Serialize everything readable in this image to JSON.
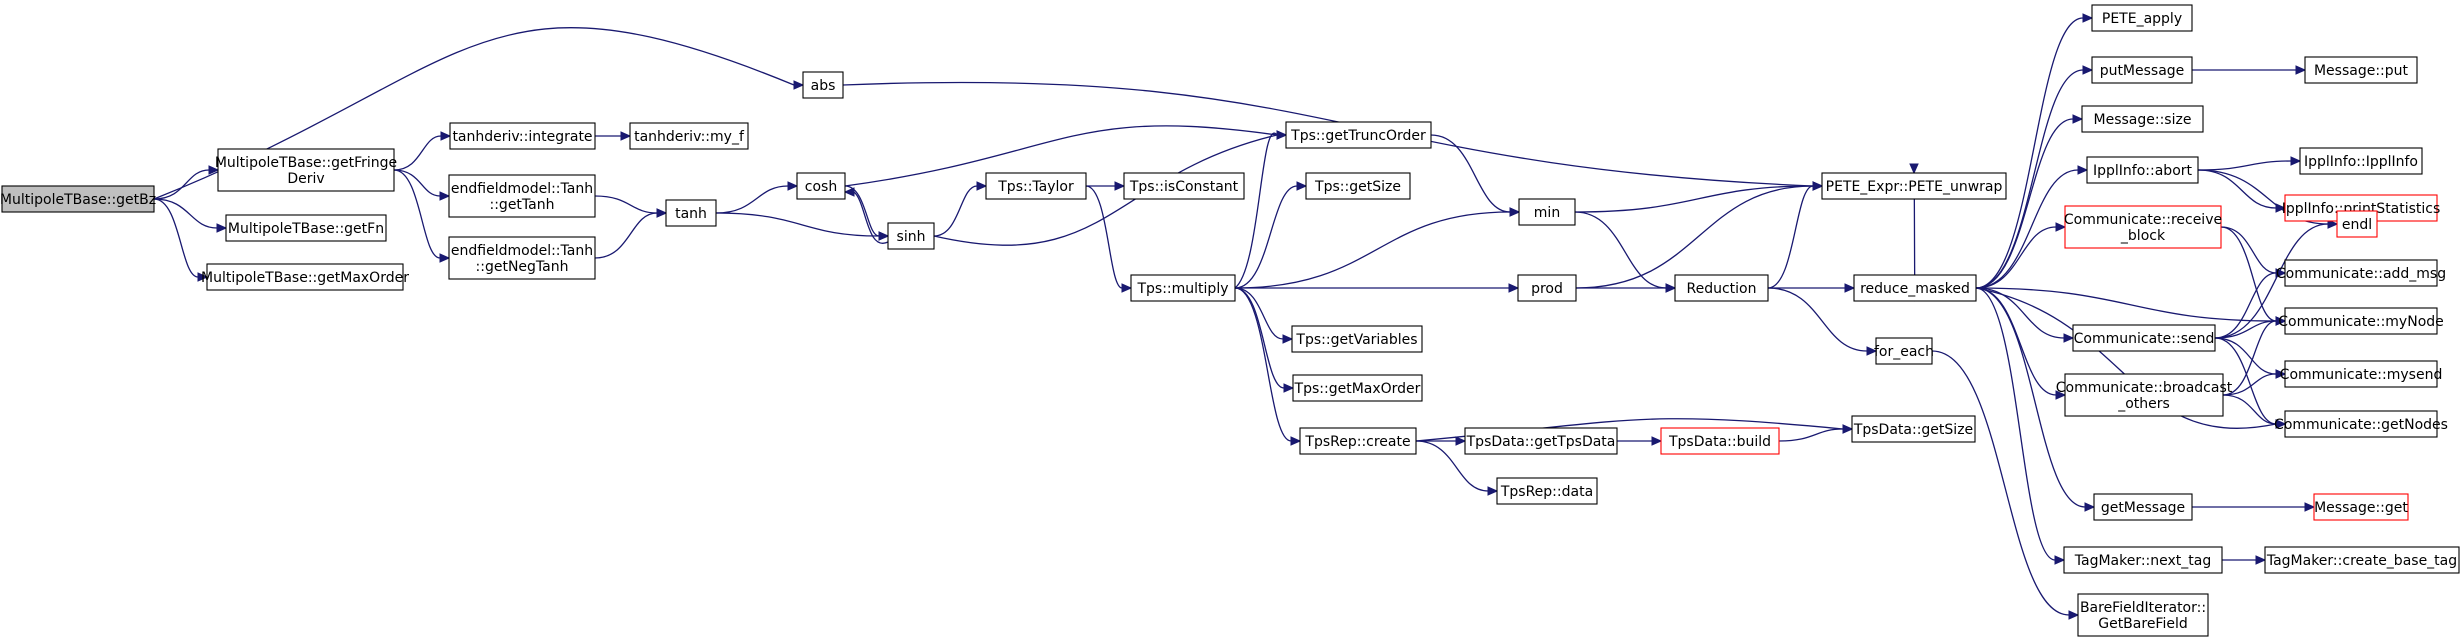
{
  "diagram": {
    "colors": {
      "edge": "#191970",
      "node_border": "#000000",
      "node_fill": "#ffffff",
      "root_fill": "#bfbfbf",
      "truncated_border": "#ff0000"
    },
    "nodes": [
      {
        "id": "getBz",
        "lines": [
          "MultipoleTBase::getBz"
        ],
        "root": true
      },
      {
        "id": "getFringeDeriv",
        "lines": [
          "MultipoleTBase::getFringe",
          "Deriv"
        ]
      },
      {
        "id": "getFn",
        "lines": [
          "MultipoleTBase::getFn"
        ]
      },
      {
        "id": "getMaxOrderMT",
        "lines": [
          "MultipoleTBase::getMaxOrder"
        ]
      },
      {
        "id": "abs",
        "lines": [
          "abs"
        ]
      },
      {
        "id": "tdIntegrate",
        "lines": [
          "tanhderiv::integrate"
        ]
      },
      {
        "id": "tdMyF",
        "lines": [
          "tanhderiv::my_f"
        ]
      },
      {
        "id": "efmGetTanh",
        "lines": [
          "endfieldmodel::Tanh",
          "::getTanh"
        ]
      },
      {
        "id": "efmGetNegTanh",
        "lines": [
          "endfieldmodel::Tanh",
          "::getNegTanh"
        ]
      },
      {
        "id": "tanh",
        "lines": [
          "tanh"
        ]
      },
      {
        "id": "cosh",
        "lines": [
          "cosh"
        ]
      },
      {
        "id": "sinh",
        "lines": [
          "sinh"
        ]
      },
      {
        "id": "tpsTaylor",
        "lines": [
          "Tps::Taylor"
        ]
      },
      {
        "id": "tpsIsConstant",
        "lines": [
          "Tps::isConstant"
        ]
      },
      {
        "id": "tpsGetTruncOrder",
        "lines": [
          "Tps::getTruncOrder"
        ]
      },
      {
        "id": "tpsGetSize",
        "lines": [
          "Tps::getSize"
        ]
      },
      {
        "id": "tpsMultiply",
        "lines": [
          "Tps::multiply"
        ]
      },
      {
        "id": "tpsGetVariables",
        "lines": [
          "Tps::getVariables"
        ]
      },
      {
        "id": "tpsGetMaxOrder",
        "lines": [
          "Tps::getMaxOrder"
        ]
      },
      {
        "id": "tpsRepCreate",
        "lines": [
          "TpsRep::create"
        ]
      },
      {
        "id": "tpsDataGetTpsData",
        "lines": [
          "TpsData::getTpsData"
        ]
      },
      {
        "id": "tpsDataBuild",
        "lines": [
          "TpsData::build"
        ],
        "truncated": true
      },
      {
        "id": "tpsDataGetSize",
        "lines": [
          "TpsData::getSize"
        ]
      },
      {
        "id": "tpsRepData",
        "lines": [
          "TpsRep::data"
        ]
      },
      {
        "id": "min",
        "lines": [
          "min"
        ]
      },
      {
        "id": "prod",
        "lines": [
          "prod"
        ]
      },
      {
        "id": "reduction",
        "lines": [
          "Reduction"
        ]
      },
      {
        "id": "peteUnwrap",
        "lines": [
          "PETE_Expr::PETE_unwrap"
        ]
      },
      {
        "id": "forEach",
        "lines": [
          "for_each"
        ]
      },
      {
        "id": "reduceMasked",
        "lines": [
          "reduce_masked"
        ]
      },
      {
        "id": "peteApply",
        "lines": [
          "PETE_apply"
        ]
      },
      {
        "id": "putMessage",
        "lines": [
          "putMessage"
        ]
      },
      {
        "id": "messagePut",
        "lines": [
          "Message::put"
        ]
      },
      {
        "id": "messageSize",
        "lines": [
          "Message::size"
        ]
      },
      {
        "id": "ipplInfoAbort",
        "lines": [
          "IpplInfo::abort"
        ]
      },
      {
        "id": "ipplInfoCtor",
        "lines": [
          "IpplInfo::IpplInfo"
        ]
      },
      {
        "id": "ipplInfoPrintStats",
        "lines": [
          "IpplInfo::printStatistics"
        ],
        "truncated": true
      },
      {
        "id": "endl",
        "lines": [
          "endl"
        ],
        "truncated": true
      },
      {
        "id": "commReceiveBlock",
        "lines": [
          "Communicate::receive",
          "_block"
        ],
        "truncated": true
      },
      {
        "id": "commAddMsg",
        "lines": [
          "Communicate::add_msg"
        ]
      },
      {
        "id": "commMyNode",
        "lines": [
          "Communicate::myNode"
        ]
      },
      {
        "id": "commSend",
        "lines": [
          "Communicate::send"
        ]
      },
      {
        "id": "commMySend",
        "lines": [
          "Communicate::mysend"
        ]
      },
      {
        "id": "commBroadcastOthers",
        "lines": [
          "Communicate::broadcast",
          "_others"
        ]
      },
      {
        "id": "commGetNodes",
        "lines": [
          "Communicate::getNodes"
        ]
      },
      {
        "id": "getMessage",
        "lines": [
          "getMessage"
        ]
      },
      {
        "id": "messageGet",
        "lines": [
          "Message::get"
        ],
        "truncated": true
      },
      {
        "id": "tagNextTag",
        "lines": [
          "TagMaker::next_tag"
        ]
      },
      {
        "id": "tagCreateBaseTag",
        "lines": [
          "TagMaker::create_base_tag"
        ]
      },
      {
        "id": "bareFieldIter",
        "lines": [
          "BareFieldIterator::",
          "GetBareField"
        ]
      }
    ]
  }
}
